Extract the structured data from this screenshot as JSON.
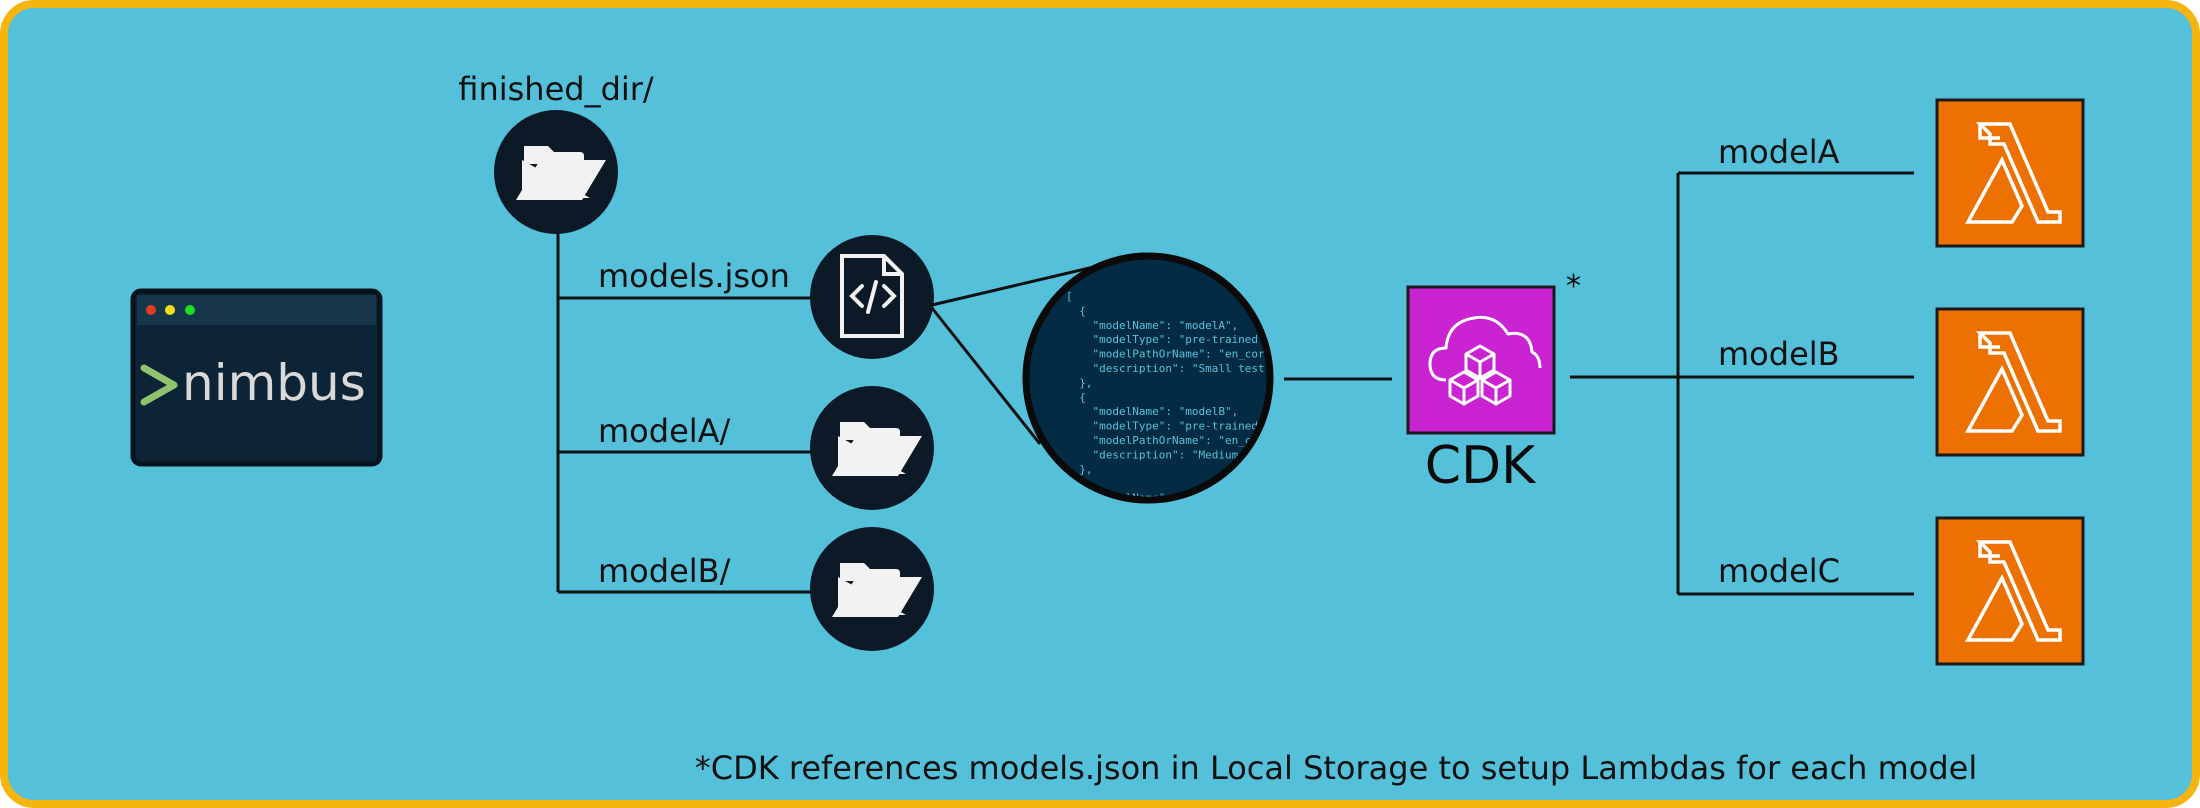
{
  "colors": {
    "frame_border": "#f6b40e",
    "background": "#55c0da",
    "node_circle": "#0b1a26",
    "terminal_bg": "#0c2435",
    "terminal_bar": "#15364b",
    "prompt_chevron": "#8fc36d",
    "json_zoom_bg": "#032b44",
    "json_text": "#57c3d8",
    "cdk_box": "#c923d2",
    "lambda_box": "#ed7100",
    "line": "#111111",
    "folder_icon": "#f2f2f2",
    "dot_red": "#e33b1f",
    "dot_yellow": "#f3dd1a",
    "dot_green": "#1de01d"
  },
  "terminal": {
    "prompt_symbol": ">",
    "app_name": "nimbus",
    "icon": "terminal-window-icon"
  },
  "storage": {
    "root_label": "finished_dir/",
    "root_icon": "folder-icon",
    "items": [
      {
        "label": "models.json",
        "icon": "code-file-icon"
      },
      {
        "label": "modelA/",
        "icon": "folder-icon"
      },
      {
        "label": "modelB/",
        "icon": "folder-icon"
      }
    ]
  },
  "json_preview": {
    "lines": [
      "[",
      "  {",
      "    \"modelName\": \"modelA\",",
      "    \"modelType\": \"pre-trained\",",
      "    \"modelPathOrName\": \"en_core_web_sm\",",
      "    \"description\": \"Small test model\"",
      "  },",
      "  {",
      "    \"modelName\": \"modelB\",",
      "    \"modelType\": \"pre-trained\",",
      "    \"modelPathOrName\": \"en_core_web_md\",",
      "    \"description\": \"Medium model\"",
      "  },",
      "  {",
      "    \"modelName\": \"modelC\","
    ]
  },
  "cdk": {
    "label": "CDK",
    "asterisk": "*",
    "icon": "cdk-cloud-cubes-icon"
  },
  "lambdas": [
    {
      "label": "modelA",
      "icon": "lambda-icon"
    },
    {
      "label": "modelB",
      "icon": "lambda-icon"
    },
    {
      "label": "modelC",
      "icon": "lambda-icon"
    }
  ],
  "footnote": "*CDK references models.json in Local Storage to setup Lambdas for each model"
}
